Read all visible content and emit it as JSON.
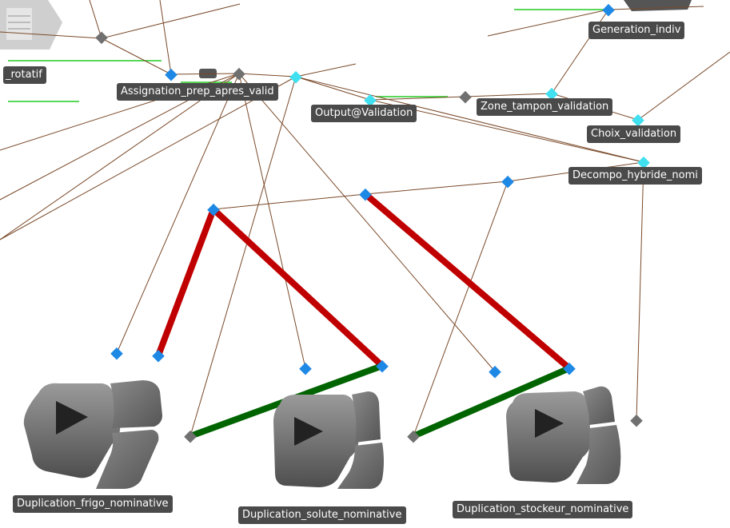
{
  "labels": {
    "rotatif": "_rotatif",
    "assignation": "Assignation_prep_apres_valid",
    "output_validation": "Output@Validation",
    "zone_tampon": "Zone_tampon_validation",
    "generation_indiv": "Generation_indiv",
    "choix_validation": "Choix_validation",
    "decompo_hybride": "Decompo_hybride_nomi",
    "dup_frigo": "Duplication_frigo_nominative",
    "dup_solute": "Duplication_solute_nominative",
    "dup_stockeur": "Duplication_stockeur_nominative"
  },
  "colors": {
    "background": "#ffffff",
    "label_bg": "#4a4a4a",
    "label_text": "#ffffff",
    "thin_link": "#7a4a2a",
    "red_link": "#c00000",
    "green_link": "#006400",
    "indicator_green": "#22cc22",
    "blue_port": "#1e88e5",
    "cyan_port": "#40e0f0",
    "gray_port": "#707070",
    "block_body": "#6e6e6e",
    "block_triangle": "#222222"
  },
  "icons": {
    "block": "duplication-block-icon",
    "port": "port-diamond-icon"
  }
}
